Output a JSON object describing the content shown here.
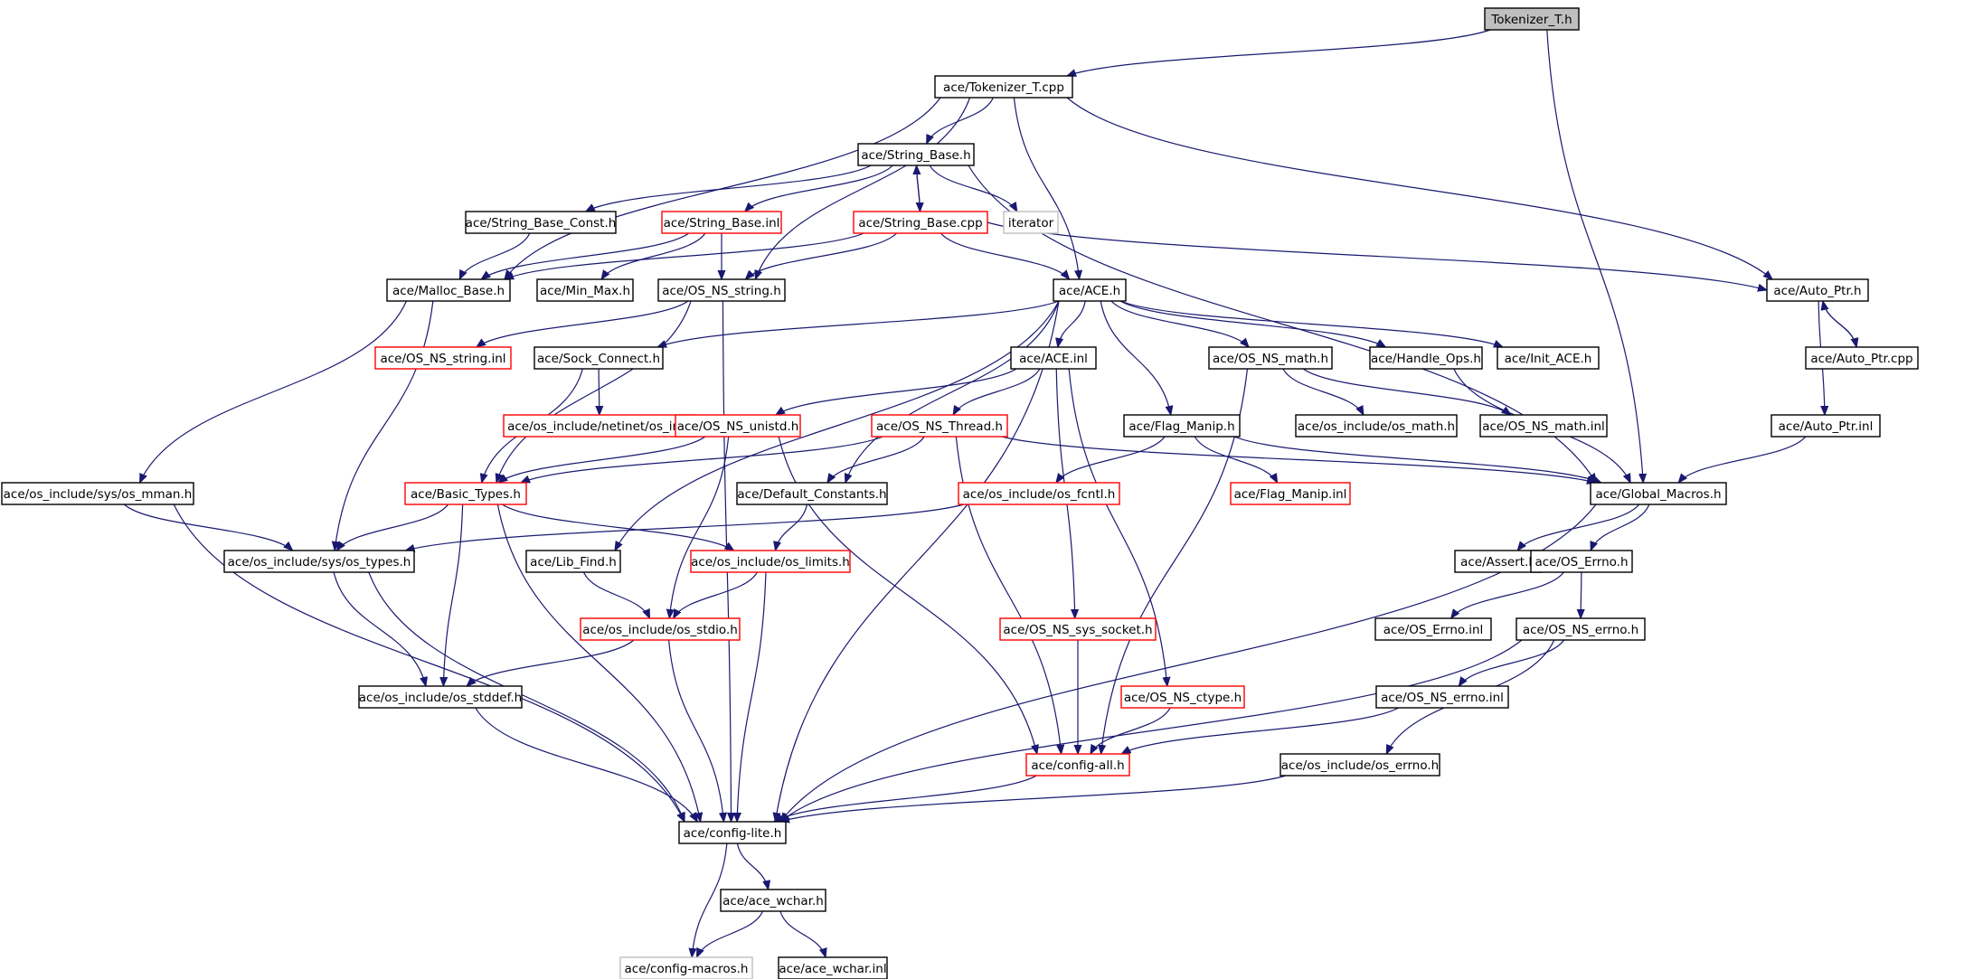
{
  "colors": {
    "edge": "#191970",
    "normal_border": "#000000",
    "truncated_border": "#ff0000",
    "external_border": "#bfbfbf",
    "root_fill": "#bfbfbf",
    "fill": "#ffffff"
  },
  "nodes": [
    {
      "id": "tokenizer_h",
      "label": "Tokenizer_T.h",
      "kind": "root"
    },
    {
      "id": "tokenizer_cpp",
      "label": "ace/Tokenizer_T.cpp",
      "kind": "normal"
    },
    {
      "id": "string_base_h",
      "label": "ace/String_Base.h",
      "kind": "normal"
    },
    {
      "id": "string_base_const_h",
      "label": "ace/String_Base_Const.h",
      "kind": "normal"
    },
    {
      "id": "string_base_inl",
      "label": "ace/String_Base.inl",
      "kind": "truncated"
    },
    {
      "id": "string_base_cpp",
      "label": "ace/String_Base.cpp",
      "kind": "truncated"
    },
    {
      "id": "iterator",
      "label": "iterator",
      "kind": "external"
    },
    {
      "id": "malloc_base_h",
      "label": "ace/Malloc_Base.h",
      "kind": "normal"
    },
    {
      "id": "min_max_h",
      "label": "ace/Min_Max.h",
      "kind": "normal"
    },
    {
      "id": "os_ns_string_h",
      "label": "ace/OS_NS_string.h",
      "kind": "normal"
    },
    {
      "id": "ace_h",
      "label": "ace/ACE.h",
      "kind": "normal"
    },
    {
      "id": "auto_ptr_h",
      "label": "ace/Auto_Ptr.h",
      "kind": "normal"
    },
    {
      "id": "os_ns_string_inl",
      "label": "ace/OS_NS_string.inl",
      "kind": "truncated"
    },
    {
      "id": "sock_connect_h",
      "label": "ace/Sock_Connect.h",
      "kind": "normal"
    },
    {
      "id": "ace_inl",
      "label": "ace/ACE.inl",
      "kind": "normal"
    },
    {
      "id": "os_ns_math_h",
      "label": "ace/OS_NS_math.h",
      "kind": "normal"
    },
    {
      "id": "handle_ops_h",
      "label": "ace/Handle_Ops.h",
      "kind": "normal"
    },
    {
      "id": "init_ace_h",
      "label": "ace/Init_ACE.h",
      "kind": "normal"
    },
    {
      "id": "auto_ptr_cpp",
      "label": "ace/Auto_Ptr.cpp",
      "kind": "normal"
    },
    {
      "id": "os_in_h",
      "label": "ace/os_include/netinet/os_in.h",
      "kind": "truncated"
    },
    {
      "id": "os_ns_unistd_h",
      "label": "ace/OS_NS_unistd.h",
      "kind": "truncated"
    },
    {
      "id": "os_ns_thread_h",
      "label": "ace/OS_NS_Thread.h",
      "kind": "truncated"
    },
    {
      "id": "flag_manip_h",
      "label": "ace/Flag_Manip.h",
      "kind": "normal"
    },
    {
      "id": "os_math_h",
      "label": "ace/os_include/os_math.h",
      "kind": "normal"
    },
    {
      "id": "os_ns_math_inl",
      "label": "ace/OS_NS_math.inl",
      "kind": "normal"
    },
    {
      "id": "auto_ptr_inl",
      "label": "ace/Auto_Ptr.inl",
      "kind": "normal"
    },
    {
      "id": "os_mman_h",
      "label": "ace/os_include/sys/os_mman.h",
      "kind": "normal"
    },
    {
      "id": "basic_types_h",
      "label": "ace/Basic_Types.h",
      "kind": "truncated"
    },
    {
      "id": "default_constants_h",
      "label": "ace/Default_Constants.h",
      "kind": "normal"
    },
    {
      "id": "os_fcntl_h",
      "label": "ace/os_include/os_fcntl.h",
      "kind": "truncated"
    },
    {
      "id": "flag_manip_inl",
      "label": "ace/Flag_Manip.inl",
      "kind": "truncated"
    },
    {
      "id": "global_macros_h",
      "label": "ace/Global_Macros.h",
      "kind": "normal"
    },
    {
      "id": "os_types_h",
      "label": "ace/os_include/sys/os_types.h",
      "kind": "normal"
    },
    {
      "id": "lib_find_h",
      "label": "ace/Lib_Find.h",
      "kind": "normal"
    },
    {
      "id": "os_limits_h",
      "label": "ace/os_include/os_limits.h",
      "kind": "truncated"
    },
    {
      "id": "assert_h",
      "label": "ace/Assert.h",
      "kind": "normal"
    },
    {
      "id": "os_errno_h",
      "label": "ace/OS_Errno.h",
      "kind": "normal"
    },
    {
      "id": "os_stdio_h",
      "label": "ace/os_include/os_stdio.h",
      "kind": "truncated"
    },
    {
      "id": "os_ns_sys_socket_h",
      "label": "ace/OS_NS_sys_socket.h",
      "kind": "truncated"
    },
    {
      "id": "os_errno_inl",
      "label": "ace/OS_Errno.inl",
      "kind": "normal"
    },
    {
      "id": "os_ns_errno_h",
      "label": "ace/OS_NS_errno.h",
      "kind": "normal"
    },
    {
      "id": "os_stddef_h",
      "label": "ace/os_include/os_stddef.h",
      "kind": "normal"
    },
    {
      "id": "os_ns_ctype_h",
      "label": "ace/OS_NS_ctype.h",
      "kind": "truncated"
    },
    {
      "id": "os_ns_errno_inl",
      "label": "ace/OS_NS_errno.inl",
      "kind": "normal"
    },
    {
      "id": "config_all_h",
      "label": "ace/config-all.h",
      "kind": "truncated"
    },
    {
      "id": "os_include_errno_h",
      "label": "ace/os_include/os_errno.h",
      "kind": "normal"
    },
    {
      "id": "config_lite_h",
      "label": "ace/config-lite.h",
      "kind": "normal"
    },
    {
      "id": "ace_wchar_h",
      "label": "ace/ace_wchar.h",
      "kind": "normal"
    },
    {
      "id": "config_macros_h",
      "label": "ace/config-macros.h",
      "kind": "external"
    },
    {
      "id": "ace_wchar_inl",
      "label": "ace/ace_wchar.inl",
      "kind": "normal"
    }
  ],
  "edges": [
    [
      "tokenizer_h",
      "tokenizer_cpp"
    ],
    [
      "tokenizer_h",
      "global_macros_h"
    ],
    [
      "tokenizer_cpp",
      "string_base_h"
    ],
    [
      "tokenizer_cpp",
      "malloc_base_h"
    ],
    [
      "tokenizer_cpp",
      "os_ns_string_h"
    ],
    [
      "tokenizer_cpp",
      "ace_h"
    ],
    [
      "tokenizer_cpp",
      "auto_ptr_h"
    ],
    [
      "string_base_h",
      "string_base_const_h"
    ],
    [
      "string_base_h",
      "string_base_inl"
    ],
    [
      "string_base_h",
      "string_base_cpp"
    ],
    [
      "string_base_h",
      "iterator"
    ],
    [
      "string_base_h",
      "global_macros_h"
    ],
    [
      "string_base_cpp",
      "string_base_h"
    ],
    [
      "string_base_const_h",
      "malloc_base_h"
    ],
    [
      "string_base_inl",
      "malloc_base_h"
    ],
    [
      "string_base_inl",
      "min_max_h"
    ],
    [
      "string_base_inl",
      "os_ns_string_h"
    ],
    [
      "string_base_cpp",
      "malloc_base_h"
    ],
    [
      "string_base_cpp",
      "os_ns_string_h"
    ],
    [
      "string_base_cpp",
      "ace_h"
    ],
    [
      "string_base_cpp",
      "auto_ptr_h"
    ],
    [
      "malloc_base_h",
      "os_types_h"
    ],
    [
      "malloc_base_h",
      "os_mman_h"
    ],
    [
      "os_ns_string_h",
      "os_ns_string_inl"
    ],
    [
      "os_ns_string_h",
      "basic_types_h"
    ],
    [
      "os_ns_string_h",
      "config_lite_h"
    ],
    [
      "ace_h",
      "sock_connect_h"
    ],
    [
      "ace_h",
      "ace_inl"
    ],
    [
      "ace_h",
      "os_ns_math_h"
    ],
    [
      "ace_h",
      "handle_ops_h"
    ],
    [
      "ace_h",
      "init_ace_h"
    ],
    [
      "ace_h",
      "flag_manip_h"
    ],
    [
      "ace_h",
      "default_constants_h"
    ],
    [
      "ace_h",
      "lib_find_h"
    ],
    [
      "ace_h",
      "config_lite_h"
    ],
    [
      "auto_ptr_h",
      "auto_ptr_cpp"
    ],
    [
      "auto_ptr_cpp",
      "auto_ptr_h"
    ],
    [
      "auto_ptr_h",
      "auto_ptr_inl"
    ],
    [
      "auto_ptr_inl",
      "global_macros_h"
    ],
    [
      "sock_connect_h",
      "os_in_h"
    ],
    [
      "sock_connect_h",
      "basic_types_h"
    ],
    [
      "ace_inl",
      "os_ns_unistd_h"
    ],
    [
      "ace_inl",
      "os_ns_thread_h"
    ],
    [
      "ace_inl",
      "os_ns_sys_socket_h"
    ],
    [
      "ace_inl",
      "os_ns_ctype_h"
    ],
    [
      "os_ns_math_h",
      "os_math_h"
    ],
    [
      "os_ns_math_h",
      "os_ns_math_inl"
    ],
    [
      "os_ns_math_h",
      "config_all_h"
    ],
    [
      "handle_ops_h",
      "global_macros_h"
    ],
    [
      "os_ns_unistd_h",
      "basic_types_h"
    ],
    [
      "os_ns_unistd_h",
      "os_stdio_h"
    ],
    [
      "os_ns_unistd_h",
      "config_all_h"
    ],
    [
      "os_ns_thread_h",
      "basic_types_h"
    ],
    [
      "os_ns_thread_h",
      "default_constants_h"
    ],
    [
      "os_ns_thread_h",
      "global_macros_h"
    ],
    [
      "os_ns_thread_h",
      "config_all_h"
    ],
    [
      "flag_manip_h",
      "os_fcntl_h"
    ],
    [
      "flag_manip_h",
      "flag_manip_inl"
    ],
    [
      "flag_manip_h",
      "global_macros_h"
    ],
    [
      "os_mman_h",
      "os_types_h"
    ],
    [
      "os_mman_h",
      "config_lite_h"
    ],
    [
      "basic_types_h",
      "os_types_h"
    ],
    [
      "basic_types_h",
      "os_limits_h"
    ],
    [
      "basic_types_h",
      "os_stddef_h"
    ],
    [
      "basic_types_h",
      "config_lite_h"
    ],
    [
      "default_constants_h",
      "os_limits_h"
    ],
    [
      "os_fcntl_h",
      "os_types_h"
    ],
    [
      "global_macros_h",
      "assert_h"
    ],
    [
      "global_macros_h",
      "os_errno_h"
    ],
    [
      "global_macros_h",
      "config_lite_h"
    ],
    [
      "os_types_h",
      "os_stddef_h"
    ],
    [
      "os_types_h",
      "config_lite_h"
    ],
    [
      "lib_find_h",
      "os_stdio_h"
    ],
    [
      "os_limits_h",
      "os_stdio_h"
    ],
    [
      "os_limits_h",
      "config_lite_h"
    ],
    [
      "os_errno_h",
      "os_errno_inl"
    ],
    [
      "os_errno_h",
      "os_ns_errno_h"
    ],
    [
      "os_stdio_h",
      "os_stddef_h"
    ],
    [
      "os_stdio_h",
      "config_lite_h"
    ],
    [
      "os_ns_sys_socket_h",
      "config_all_h"
    ],
    [
      "os_ns_errno_h",
      "os_ns_errno_inl"
    ],
    [
      "os_ns_errno_h",
      "os_include_errno_h"
    ],
    [
      "os_ns_errno_h",
      "config_lite_h"
    ],
    [
      "os_stddef_h",
      "config_lite_h"
    ],
    [
      "os_ns_ctype_h",
      "config_all_h"
    ],
    [
      "os_ns_errno_inl",
      "config_all_h"
    ],
    [
      "config_all_h",
      "config_lite_h"
    ],
    [
      "os_include_errno_h",
      "config_lite_h"
    ],
    [
      "config_lite_h",
      "ace_wchar_h"
    ],
    [
      "config_lite_h",
      "config_macros_h"
    ],
    [
      "ace_wchar_h",
      "config_macros_h"
    ],
    [
      "ace_wchar_h",
      "ace_wchar_inl"
    ]
  ]
}
